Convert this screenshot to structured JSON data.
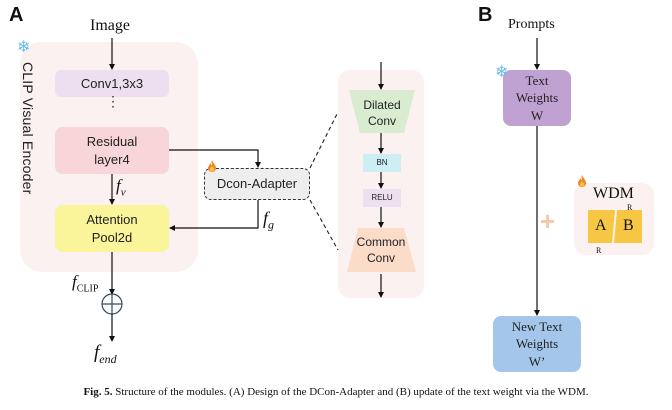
{
  "panel_a": {
    "letter": "A",
    "input_label": "Image",
    "encoder_label": "CLIP Visual Encoder",
    "encoder_state_icon": "snowflake-frozen",
    "conv1_label": "Conv1,3x3",
    "ellipsis": "⋮",
    "residual_label_line1": "Residual",
    "residual_label_line2": "layer4",
    "fv_label": "f",
    "fv_sub": "v",
    "attention_label_line1": "Attention",
    "attention_label_line2": "Pool2d",
    "adapter_label": "Dcon-Adapter",
    "adapter_state_icon": "flame-trainable",
    "fg_label": "f",
    "fg_sub": "g",
    "fclip_label": "f",
    "fclip_sub": "CLIP",
    "sum_symbol": "⊕",
    "fend_label": "f",
    "fend_sub": "end",
    "adapter_detail": {
      "dilated_line1": "Dilated",
      "dilated_line2": "Conv",
      "bn_label": "BN",
      "relu_label": "RELU",
      "common_line1": "Common",
      "common_line2": "Conv"
    }
  },
  "panel_b": {
    "letter": "B",
    "input_label": "Prompts",
    "text_weights_line1": "Text",
    "text_weights_line2": "Weights",
    "text_weights_line3": "W",
    "text_weights_state_icon": "snowflake-frozen",
    "plus_symbol": "+",
    "wdm_label": "WDM",
    "wdm_state_icon": "flame-trainable",
    "wdm_a": "A",
    "wdm_b": "B",
    "wdm_r_top": "R",
    "wdm_r_bottom": "R",
    "new_weights_line1": "New Text",
    "new_weights_line2": "Weights",
    "new_weights_line3": "W’"
  },
  "caption": {
    "fig_label": "Fig. 5.",
    "text": " Structure of the modules. (A) Design of the DCon-Adapter and (B) update of the text weight via the WDM."
  },
  "colors": {
    "encoder_bg": "#fbf1f1",
    "conv1": "#eddff0",
    "residual": "#f7d5d8",
    "attention": "#faf49a",
    "dilated_conv": "#d9ecd0",
    "common_conv": "#fbdcc9",
    "bn": "#cdeef5",
    "text_weights": "#bfa1d2",
    "new_text_weights": "#a3c6ea",
    "wdm_blocks": "#f7c744",
    "plus": "#f6c6a8",
    "snowflake": "#6ab8ee",
    "flame": "#f08a24"
  }
}
